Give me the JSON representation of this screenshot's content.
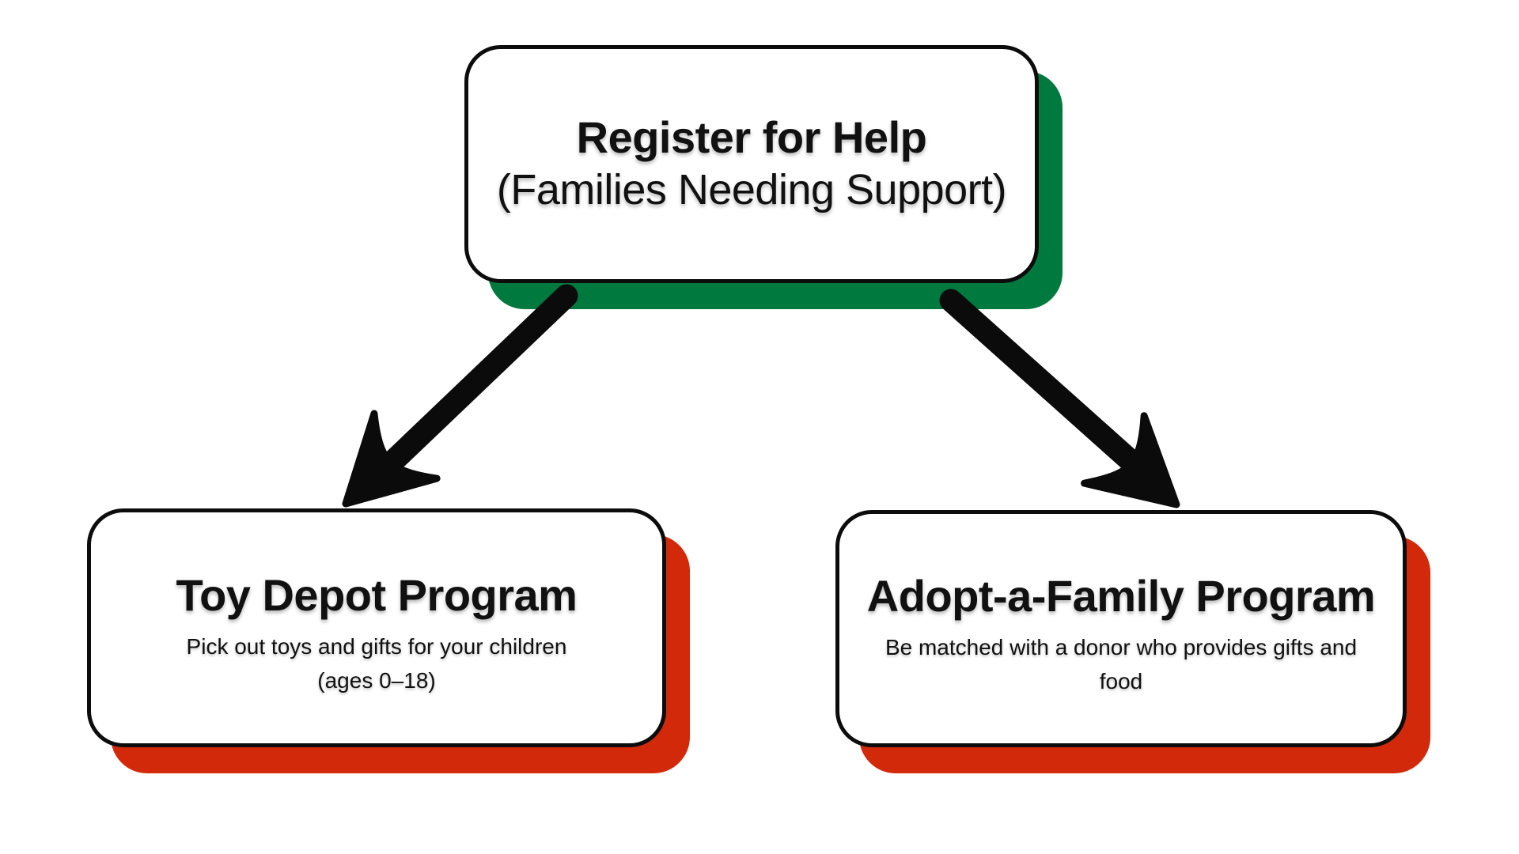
{
  "diagram": {
    "root": {
      "title": "Register for Help",
      "subtitle": "(Families Needing Support)",
      "shadow_color": "#00793E"
    },
    "children": [
      {
        "id": "toy-depot",
        "title": "Toy Depot Program",
        "subtitle": "Pick out toys and gifts for your children\n(ages 0–18)",
        "shadow_color": "#D2290B"
      },
      {
        "id": "adopt-a-family",
        "title": "Adopt-a-Family Program",
        "subtitle": "Be matched with a donor who provides gifts and\nfood",
        "shadow_color": "#D2290B"
      }
    ],
    "colors": {
      "green_shadow": "#00793E",
      "red_shadow": "#D2290B",
      "arrow": "#0b0b0b",
      "node_border": "#0c0c0c",
      "background": "#ffffff",
      "text": "#111111"
    }
  }
}
